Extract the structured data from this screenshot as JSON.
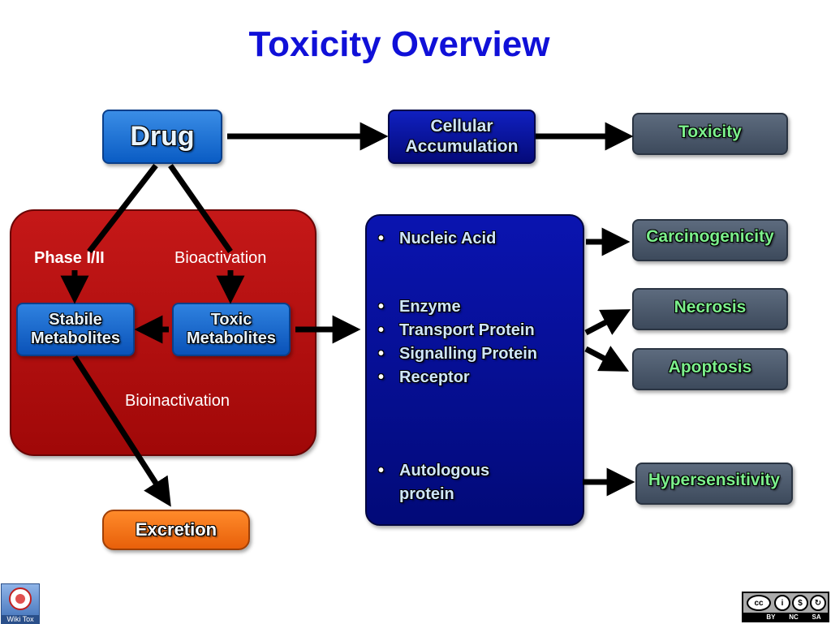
{
  "title": "Toxicity Overview",
  "nodes": {
    "drug": "Drug",
    "cellular_accumulation": "Cellular Accumulation",
    "toxicity": "Toxicity",
    "phase": "Phase I/II",
    "bioactivation": "Bioactivation",
    "bioinactivation": "Bioinactivation",
    "stabile_metabolites": "Stabile Metabolites",
    "toxic_metabolites": "Toxic Metabolites",
    "excretion": "Excretion",
    "carcinogenicity": "Carcinogenicity",
    "necrosis": "Necrosis",
    "apoptosis": "Apoptosis",
    "hypersensitivity": "Hypersensitivity"
  },
  "targets": {
    "nucleic_acid": "Nucleic Acid",
    "enzyme": "Enzyme",
    "transport_protein": "Transport Protein",
    "signalling_protein": "Signalling Protein",
    "receptor": "Receptor",
    "autologous_protein": "Autologous protein"
  },
  "footer": {
    "wiki_logo": "Wiki Tox",
    "cc_by": "BY",
    "cc_nc": "NC",
    "cc_sa": "SA"
  },
  "colors": {
    "title": "#1010d8",
    "drug": "#0a5cc4",
    "navy_panel": "#020a78",
    "red_panel": "#b01010",
    "outcome_box": "#4a576a",
    "outcome_text": "#7cf08c",
    "excretion": "#f26c12"
  }
}
